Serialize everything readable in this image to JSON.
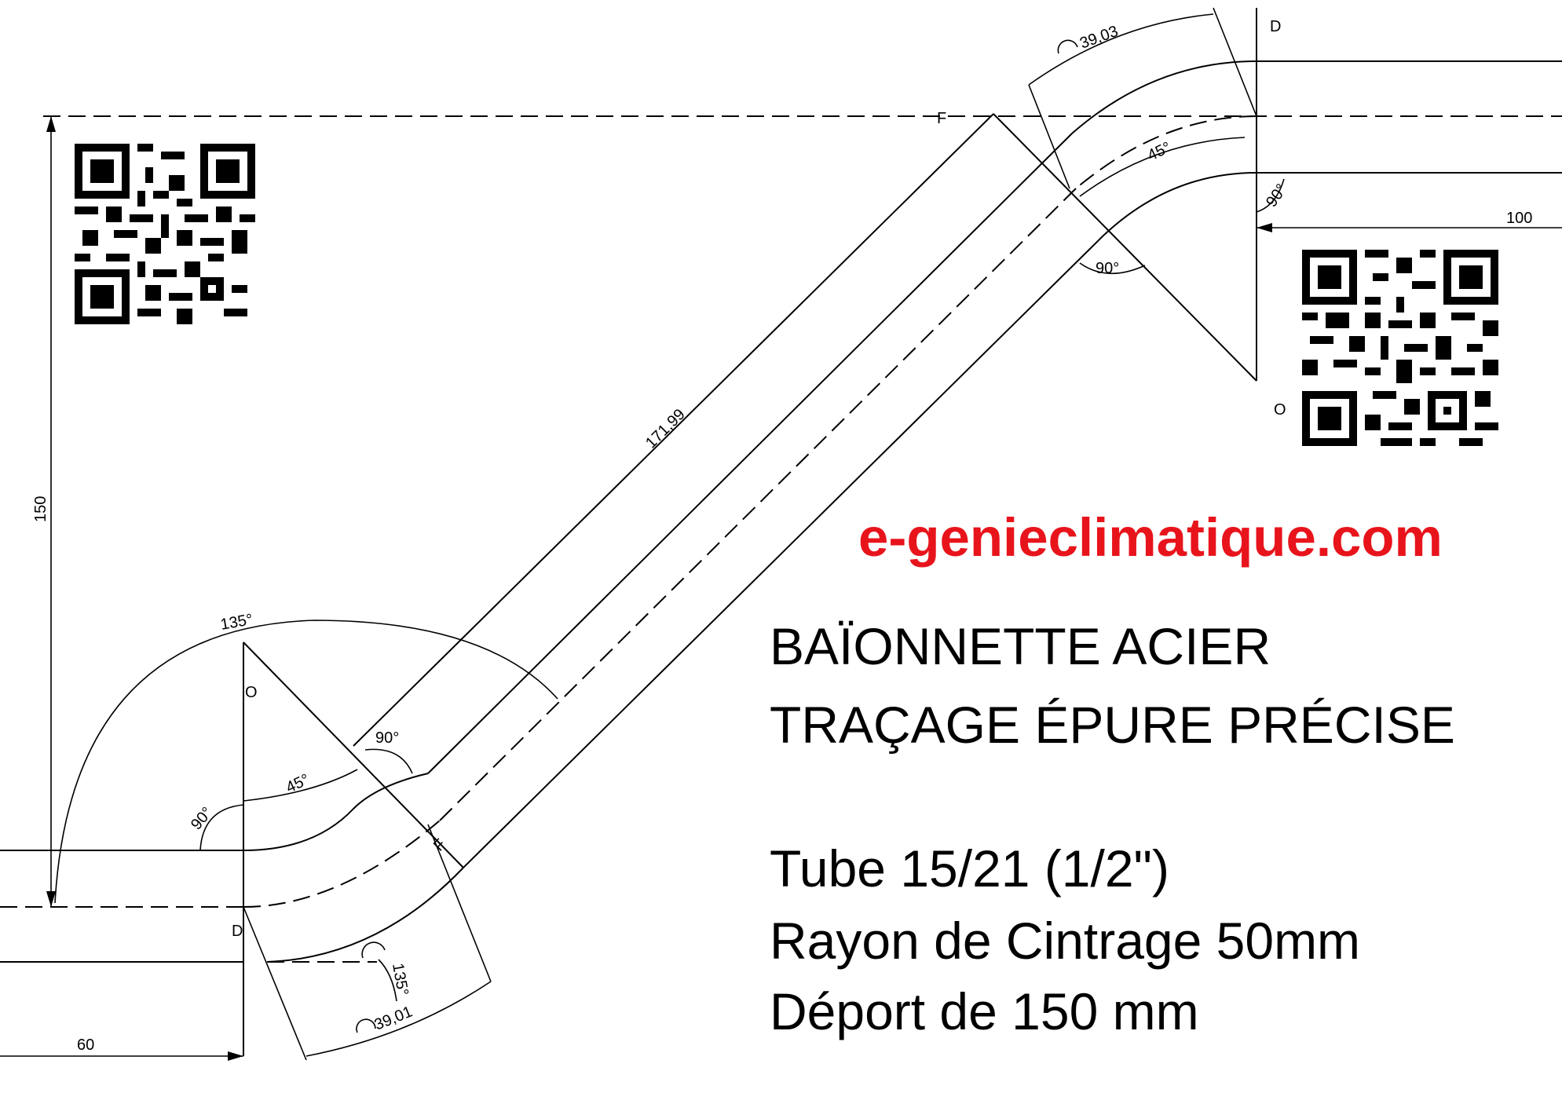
{
  "website": "e-genieclimatique.com",
  "title_lines": [
    "BAÏONNETTE ACIER",
    "TRAÇAGE ÉPURE PRÉCISE"
  ],
  "spec_lines": [
    "Tube 15/21 (1/2\")",
    "Rayon de Cintrage 50mm",
    "Déport de 150 mm"
  ],
  "dimensions": {
    "offset_vertical": "150",
    "straight_length": "171,99",
    "arc_top": "39,03",
    "arc_bottom": "39,01",
    "right_horizontal": "100",
    "left_horizontal": "60"
  },
  "angles": {
    "top_45": "45°",
    "top_90_a": "90°",
    "top_90_b": "90°",
    "bottom_135": "135°",
    "bottom_90_a": "90°",
    "bottom_90_b": "90°",
    "bottom_45": "45°",
    "bottom_135_b": "135°"
  },
  "point_labels": {
    "top_D": "D",
    "top_F": "F",
    "top_O": "O",
    "bottom_O": "O",
    "bottom_F": "F",
    "bottom_D": "D"
  },
  "qr_codes": [
    "qr-code-top-left",
    "qr-code-right"
  ]
}
